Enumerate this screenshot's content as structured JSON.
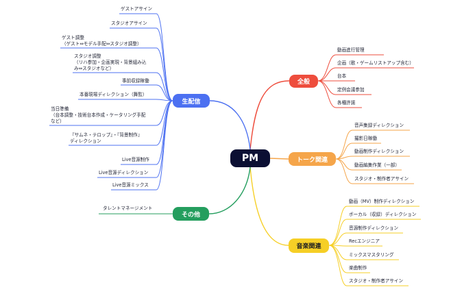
{
  "root": "PM",
  "branches": {
    "zenpan": {
      "label": "全般",
      "color": "#ee4d3d",
      "items": [
        "動画進行管理",
        "企画（歌・ゲームリストアップ含む）",
        "台本",
        "定例会議参加",
        "各種許諾"
      ]
    },
    "talk": {
      "label": "トーク関連",
      "color": "#f5a54a",
      "items": [
        "音声集録ディレクション",
        "撮影日稼働",
        "動画制作ディレクション",
        "動画編集作業（一部）",
        "スタジオ・制作者アサイン"
      ]
    },
    "music": {
      "label": "音楽関連",
      "color": "#f6cf26",
      "items": [
        "動画（MV）制作ディレクション",
        "ボーカル（収録）ディレクション",
        "音源制作ディレクション",
        "Recエンジニア",
        "ミックスマスタリング",
        "楽曲制作",
        "スタジオ・制作者アサイン"
      ]
    },
    "live": {
      "label": "生配信",
      "color": "#4c70f1",
      "items": [
        "ゲストアサイン",
        "スタジオアサイン",
        "ゲスト調整\n（ゲスト⇔モデル手配⇔スタジオ調整）",
        "スタジオ調整\n（リハ参加・企画実現・背景組み込\nみ⇔スタジオなど）",
        "事前収録稼働",
        "本番現場ディレクション（舞監）",
        "当日準備\n（台本調整・技術台本作成・ケータリング手配\nなど）",
        "『サムネ・テロップ』・『背景制作』\nディレクション",
        "Live音源制作",
        "Live音源ディレクション",
        "Live音源ミックス"
      ]
    },
    "other": {
      "label": "その他",
      "color": "#249e5e",
      "items": [
        "タレントマネージメント"
      ]
    }
  }
}
